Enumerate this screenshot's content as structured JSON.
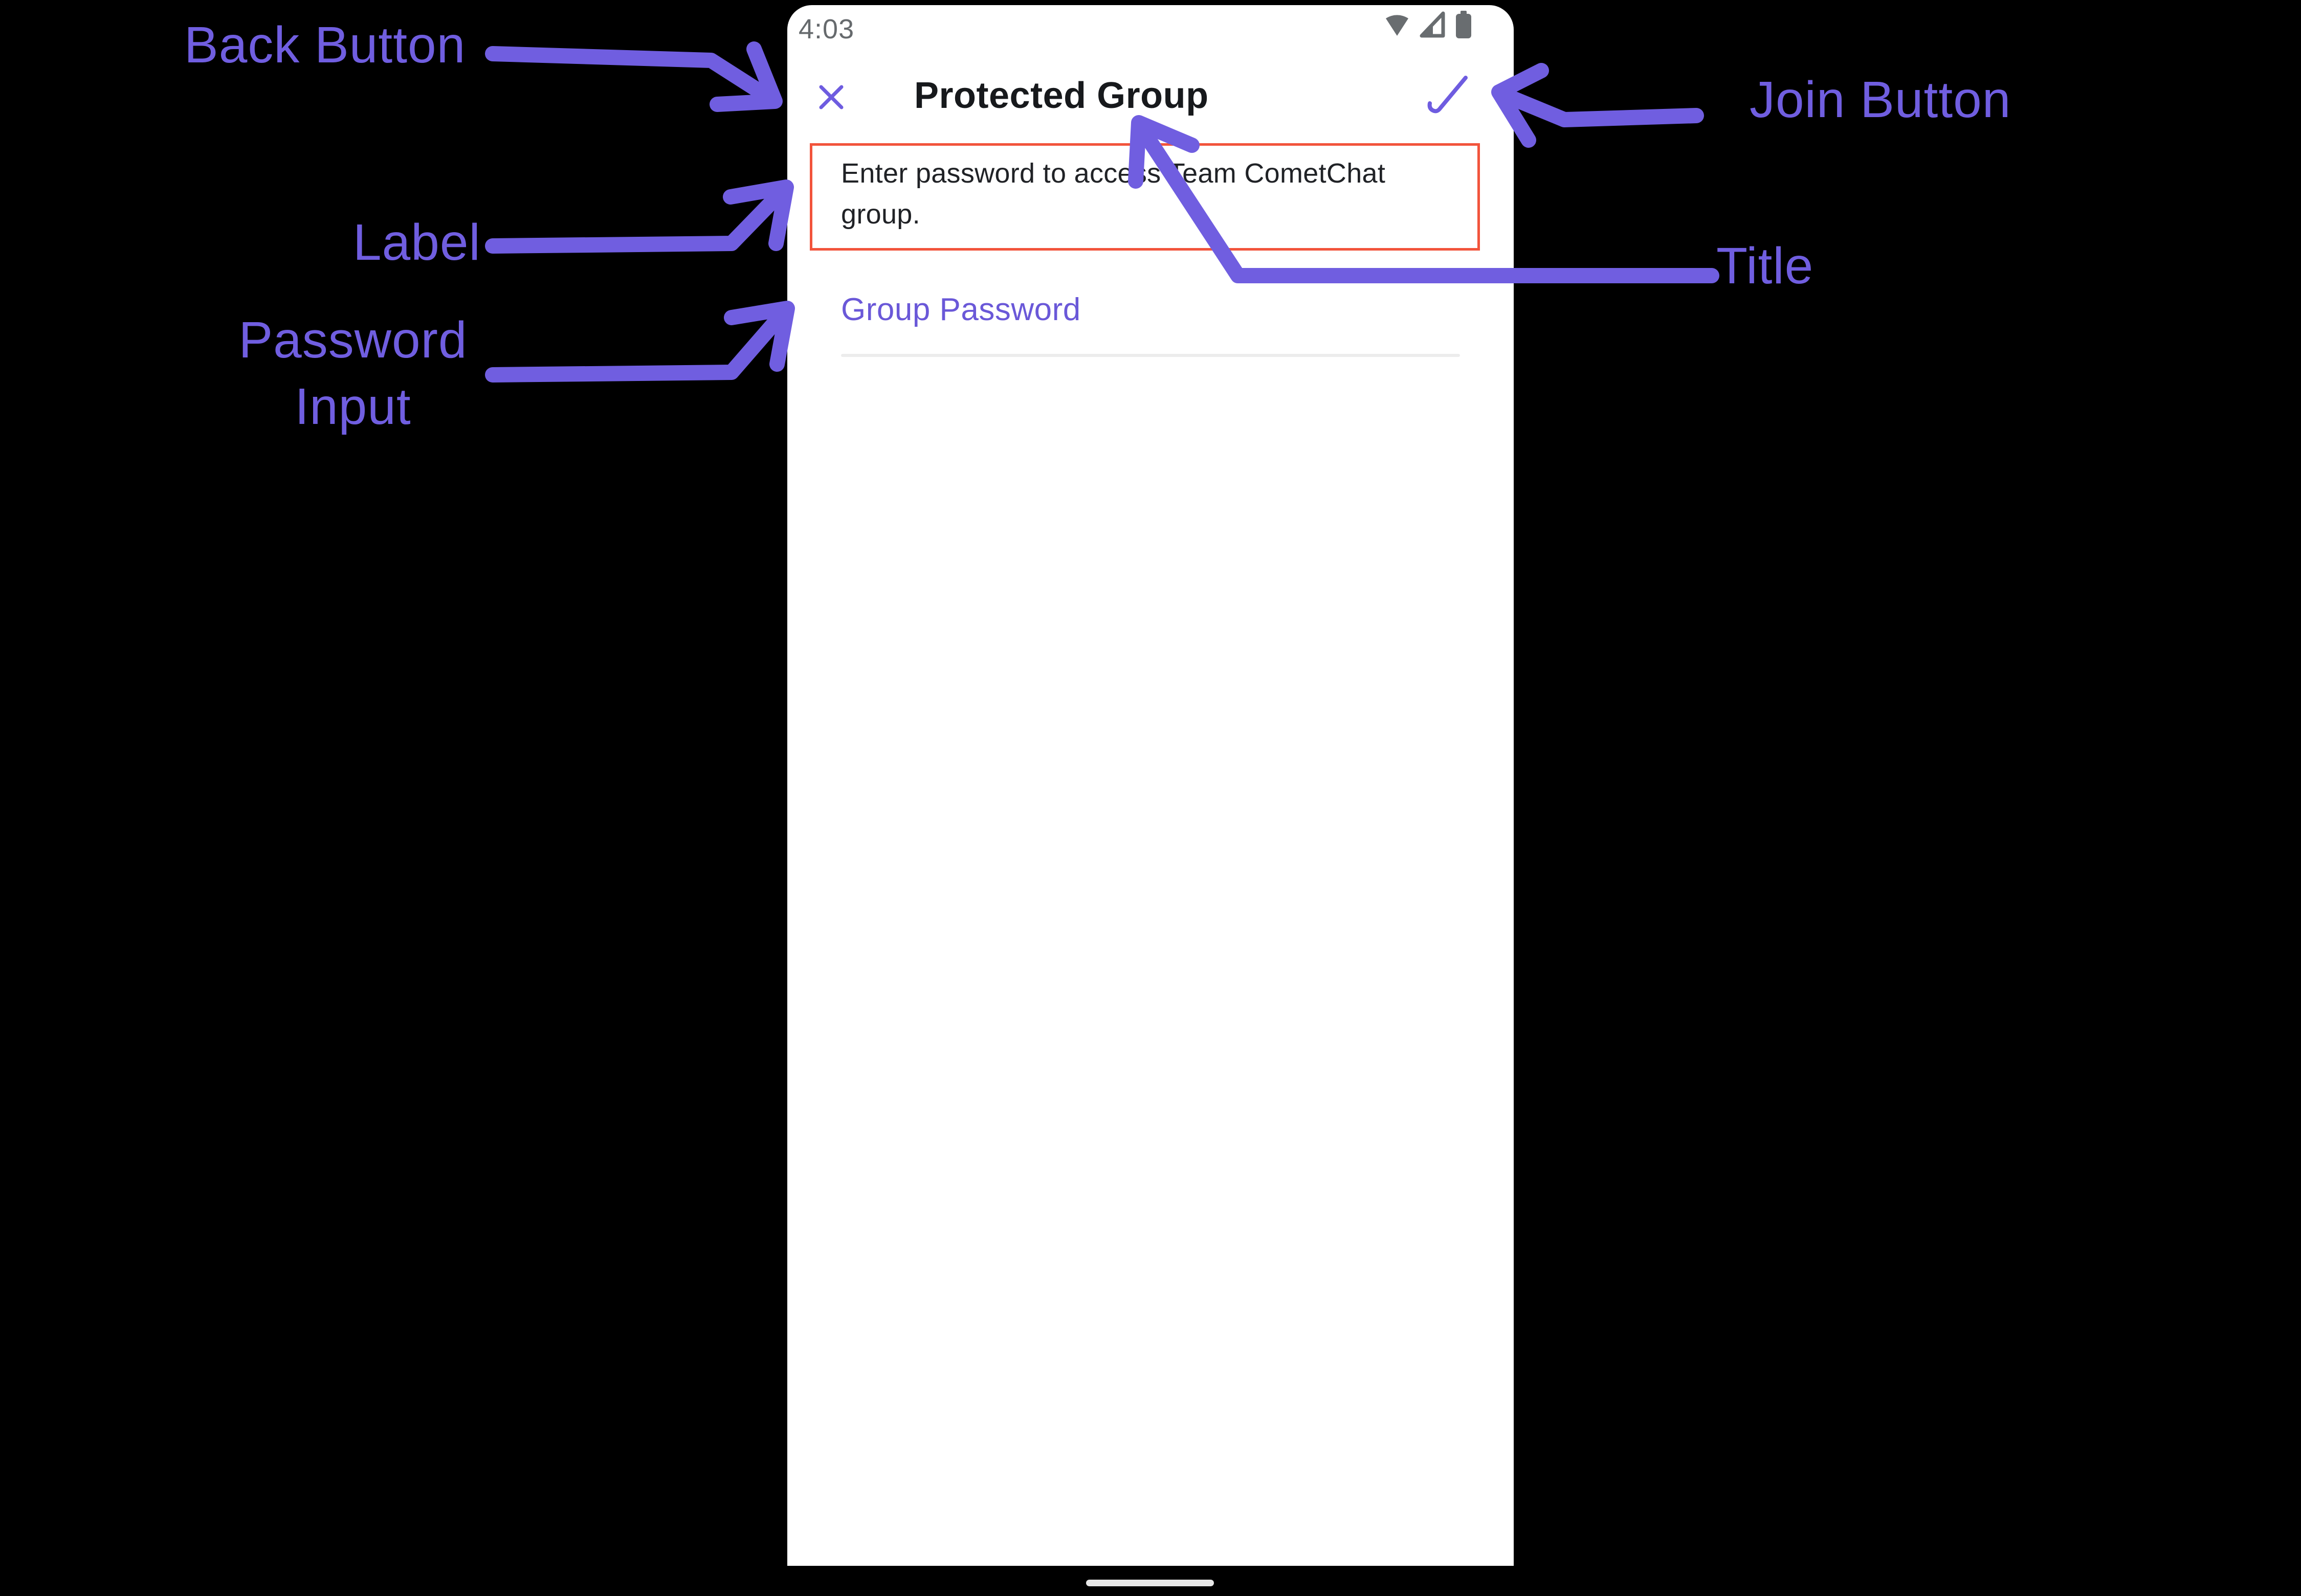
{
  "annotations": {
    "back_button": "Back Button",
    "join_button": "Join Button",
    "label": "Label",
    "password_input_line1": "Password",
    "password_input_line2": "Input",
    "title": "Title"
  },
  "phone": {
    "status_bar": {
      "time": "4:03",
      "icons": [
        "wifi-icon",
        "cellular-signal-icon",
        "battery-icon"
      ]
    },
    "header": {
      "close_icon": "x-close-icon",
      "title": "Protected Group",
      "confirm_icon": "checkmark-icon"
    },
    "description": "Enter password to access Team CometChat group.",
    "password_field": {
      "label": "Group Password",
      "value": "",
      "placeholder": ""
    }
  },
  "colors": {
    "annotation_purple": "#705ee0",
    "app_accent_purple": "#6a58d8",
    "highlight_red": "#f2543c",
    "header_text": "#17191c",
    "status_gray": "#666a6d",
    "underline_gray": "#ececec",
    "home_pill_gray": "#e7e7e7",
    "screen_background": "#ffffff",
    "page_background": "#000000"
  }
}
